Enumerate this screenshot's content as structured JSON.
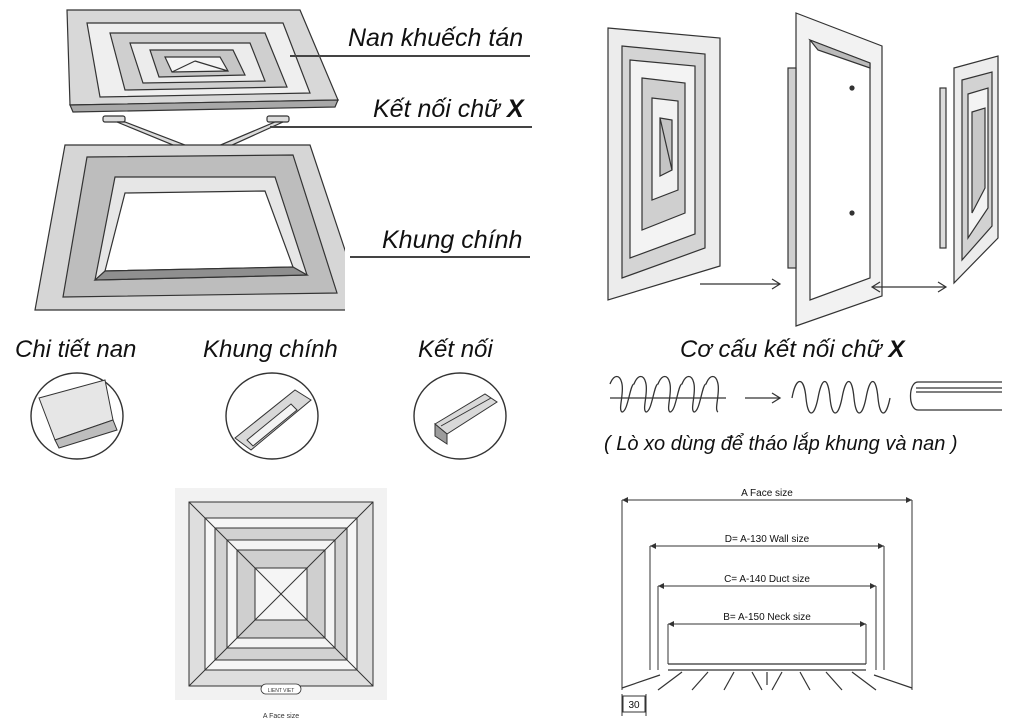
{
  "labels": {
    "diffuser_blades": "Nan khuếch tán",
    "x_connector_prefix": "Kết nối chữ ",
    "x_connector_x": "X",
    "main_frame": "Khung chính"
  },
  "details": {
    "blade_detail": "Chi tiết nan",
    "frame_detail": "Khung chính",
    "connector_detail": "Kết nối"
  },
  "mechanism": {
    "title_prefix": "Cơ cấu kết nối chữ ",
    "title_x": "X",
    "note": "( Lò xo dùng để tháo lắp khung và nan )"
  },
  "front_view": {
    "logo_text": "LIENT VIET",
    "caption": "A Face size"
  },
  "dimensions": {
    "face": "A Face size",
    "wall": "D= A-130 Wall size",
    "duct": "C= A-140 Duct size",
    "neck": "B= A-150 Neck size",
    "offset": "30"
  },
  "colors": {
    "line": "#333333",
    "frame_fill": "#d8d8d8",
    "frame_dark": "#a8a8a8",
    "panel_bg": "#f2f2f2"
  }
}
